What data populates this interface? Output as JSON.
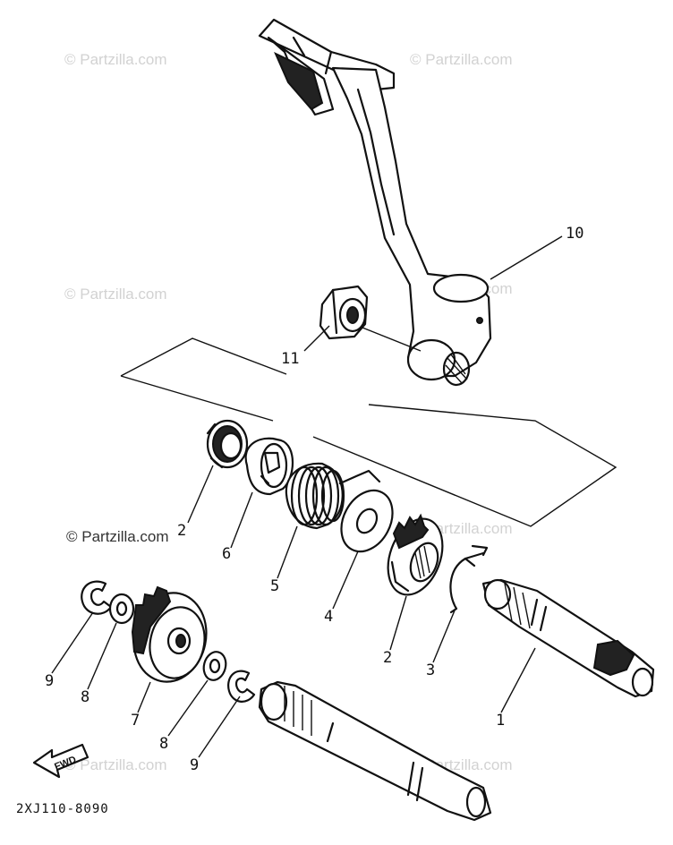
{
  "diagram": {
    "part_code": "2XJ110-8090",
    "fwd_label": "FWD",
    "watermarks": [
      "© Partzilla.com",
      "© Partzilla.com",
      "© Partzilla.com",
      "© Partzilla.com",
      "© Partzilla.com",
      "© Partzilla.com",
      "© Partzilla.com",
      "© Partzilla.com"
    ],
    "callouts": [
      "10",
      "11",
      "2",
      "6",
      "5",
      "4",
      "2",
      "3",
      "1",
      "9",
      "8",
      "7",
      "8",
      "9"
    ]
  },
  "colors": {
    "ink": "#111111",
    "watermark": "#d2d2d2",
    "background": "#ffffff"
  }
}
